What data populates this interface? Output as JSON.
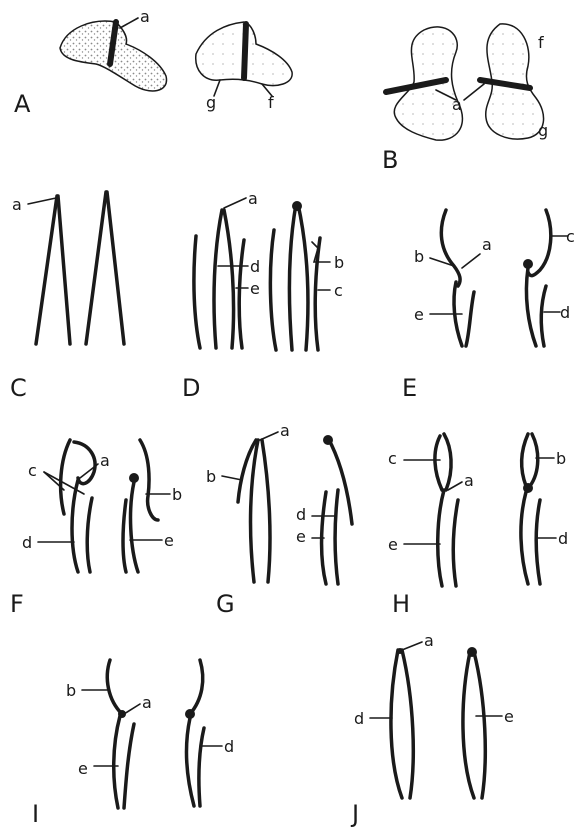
{
  "panels": {
    "A": {
      "title": "A",
      "labels": {
        "a": "a",
        "g": "g",
        "f": "f"
      }
    },
    "B": {
      "title": "B",
      "labels": {
        "f": "f",
        "a": "a",
        "g": "g"
      }
    },
    "C": {
      "title": "C",
      "labels": {
        "a": "a"
      }
    },
    "D": {
      "title": "D",
      "labels": {
        "a": "a",
        "d": "d",
        "e": "e",
        "b": "b",
        "c": "c"
      }
    },
    "E": {
      "title": "E",
      "labels": {
        "b": "b",
        "a": "a",
        "c": "c",
        "e": "e",
        "d": "d"
      }
    },
    "F": {
      "title": "F",
      "labels": {
        "c": "c",
        "a": "a",
        "b": "b",
        "d": "d",
        "e": "e"
      }
    },
    "G": {
      "title": "G",
      "labels": {
        "a": "a",
        "b": "b",
        "d": "d",
        "e": "e"
      }
    },
    "H": {
      "title": "H",
      "labels": {
        "c": "c",
        "a": "a",
        "b": "b",
        "e": "e",
        "d": "d"
      }
    },
    "I": {
      "title": "I",
      "labels": {
        "b": "b",
        "a": "a",
        "e": "e",
        "d": "d"
      }
    },
    "J": {
      "title": "J",
      "labels": {
        "a": "a",
        "d": "d",
        "e": "e"
      }
    }
  },
  "colors": {
    "ink": "#1a1a1a",
    "stipple": "#8a8a8a",
    "paper": "#ffffff"
  }
}
